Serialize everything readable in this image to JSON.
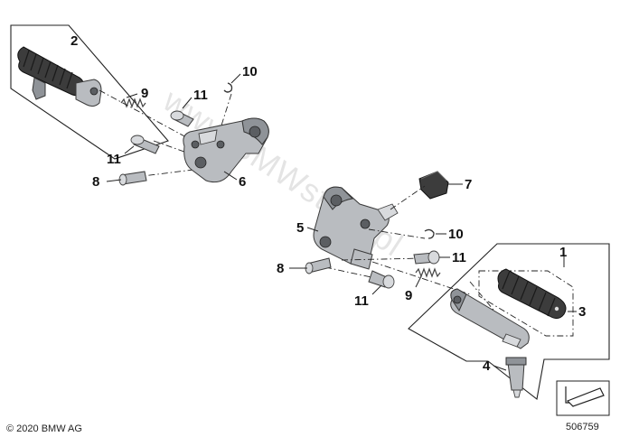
{
  "callouts": {
    "c1": "1",
    "c2": "2",
    "c3": "3",
    "c4": "4",
    "c5": "5",
    "c6": "6",
    "c7": "7",
    "c8a": "8",
    "c8b": "8",
    "c9a": "9",
    "c9b": "9",
    "c10a": "10",
    "c10b": "10",
    "c11a": "11",
    "c11b": "11",
    "c11c": "11",
    "c11d": "11"
  },
  "watermark": "www.BMWstore.pl",
  "copyright": "© 2020 BMW AG",
  "diagram_number": "506759",
  "icons": {
    "view_direction": "view-direction-arrow-icon"
  },
  "colors": {
    "metal": "#b9bcc0",
    "rubber": "#3c3c3c",
    "line": "#222222"
  }
}
